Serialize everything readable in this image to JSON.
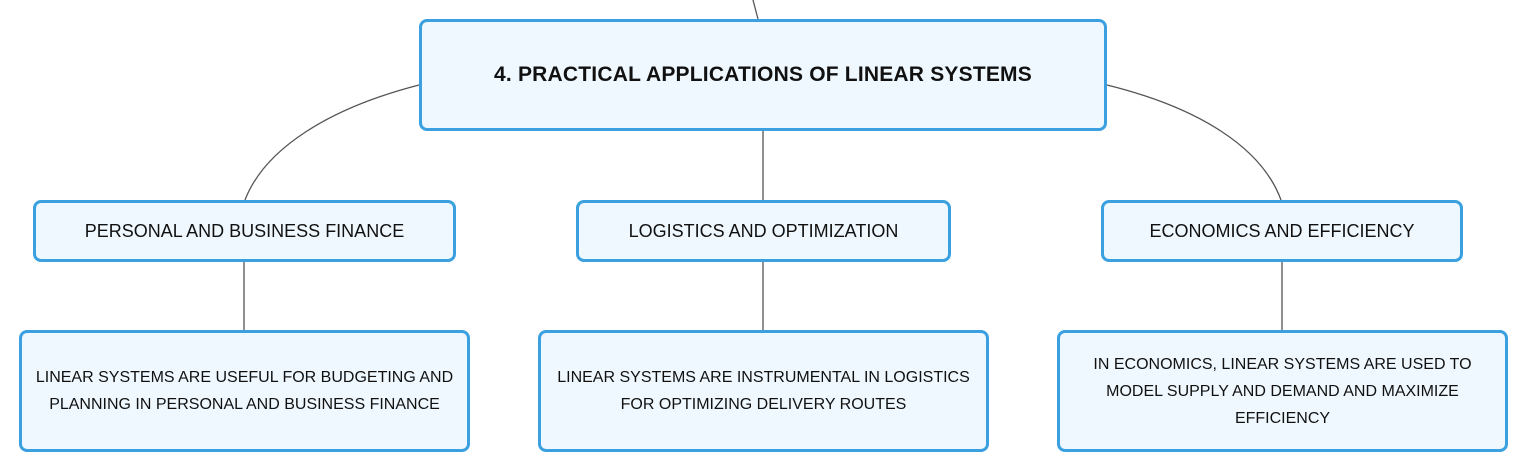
{
  "colors": {
    "node_border": "#3aa0e0",
    "node_fill": "#eff8fe",
    "connector": "#555555",
    "text": "#111111"
  },
  "root": {
    "label": "4. PRACTICAL APPLICATIONS OF LINEAR SYSTEMS"
  },
  "topics": [
    {
      "label": "PERSONAL AND BUSINESS FINANCE",
      "detail": "LINEAR SYSTEMS ARE USEFUL FOR BUDGETING AND PLANNING IN PERSONAL AND BUSINESS FINANCE"
    },
    {
      "label": "LOGISTICS AND OPTIMIZATION",
      "detail": "LINEAR SYSTEMS ARE INSTRUMENTAL IN LOGISTICS FOR OPTIMIZING DELIVERY ROUTES"
    },
    {
      "label": "ECONOMICS AND EFFICIENCY",
      "detail": "IN ECONOMICS, LINEAR SYSTEMS ARE USED TO MODEL SUPPLY AND DEMAND AND MAXIMIZE EFFICIENCY"
    }
  ]
}
